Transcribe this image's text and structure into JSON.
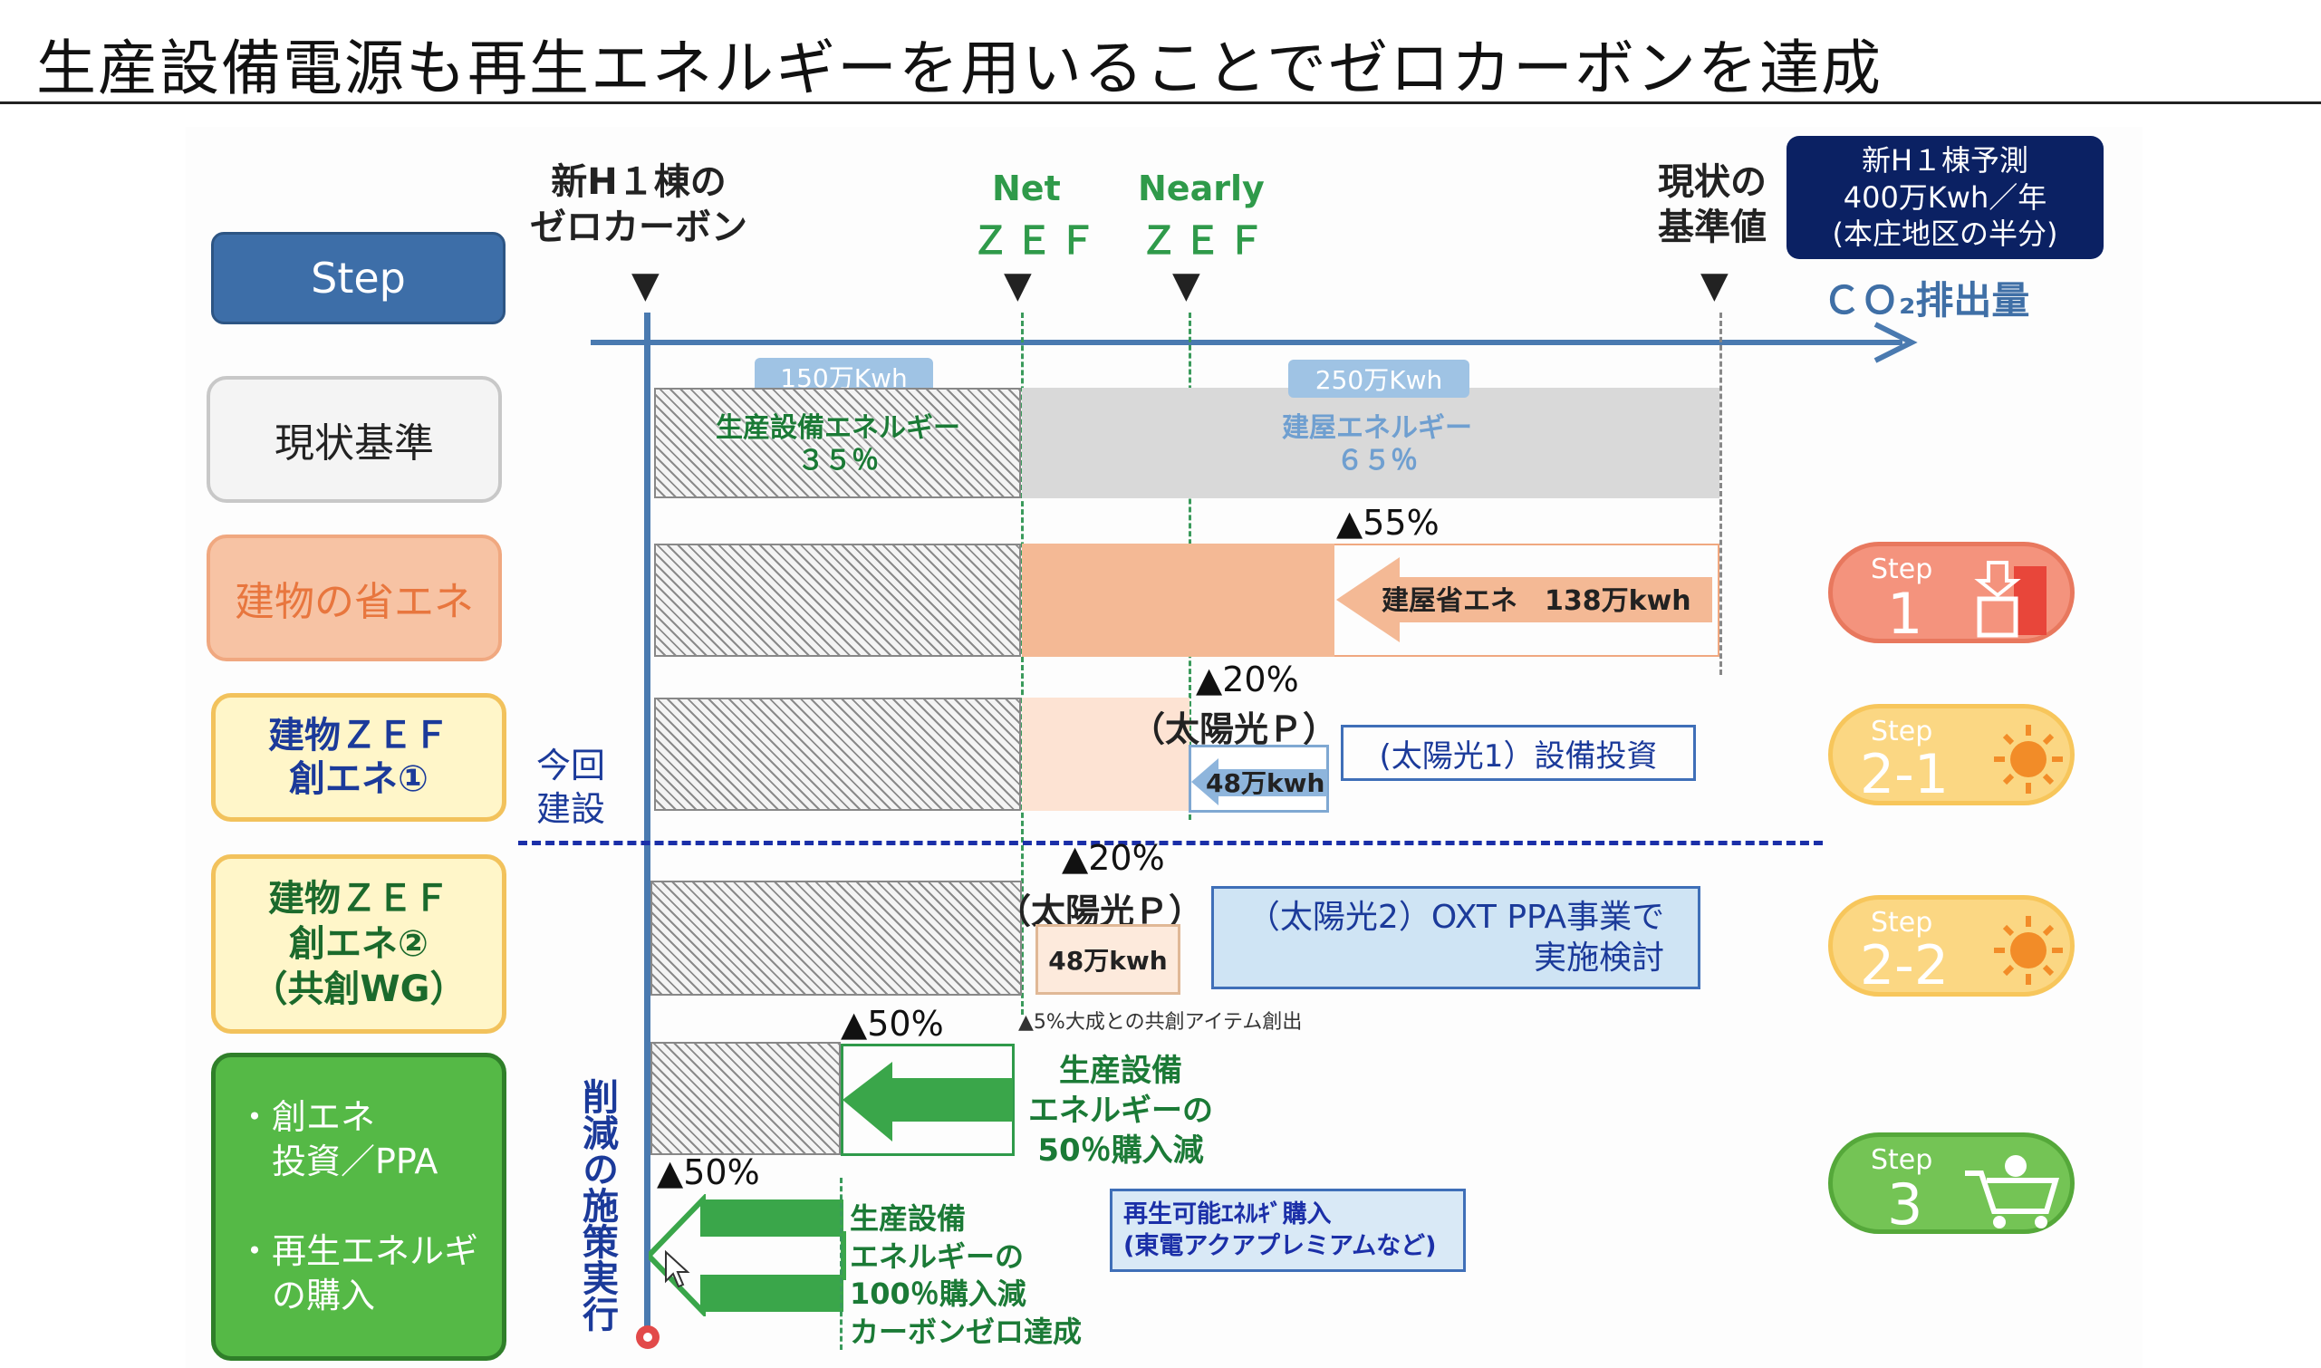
{
  "title": "生産設備電源も再生エネルギーを用いることでゼロカーボンを達成",
  "markers": {
    "zero_carbon": "新H１棟の\nゼロカーボン",
    "net_top": "Net",
    "net_bottom": "ＺＥＦ",
    "nearly_top": "Nearly",
    "nearly_bottom": "ＺＥＦ",
    "baseline": "現状の\n基準値",
    "forecast": "新H１棟予測\n400万Kwh／年\n(本庄地区の半分)",
    "axis_label": "ＣＯ₂排出量"
  },
  "steps": [
    {
      "label": "Step"
    },
    {
      "label": "現状基準"
    },
    {
      "label": "建物の省エネ"
    },
    {
      "label": "建物ＺＥＦ\n創エネ①"
    },
    {
      "label": "建物ＺＥＦ\n創エネ②\n（共創WG）"
    },
    {
      "label": "・創エネ\n　投資／PPA\n\n・再生エネルギ\n　の購入"
    }
  ],
  "row1": {
    "tag_left": "150万Kwh",
    "prod_label": "生産設備エネルギー\n３５％",
    "tag_right": "250万Kwh",
    "bldg_label": "建屋エネルギー\n６５％"
  },
  "row2": {
    "pct": "▲55%",
    "arrow_label": "建屋省エネ　138万kwh"
  },
  "row3": {
    "pct": "▲20%",
    "solar_title": "（太陽光Ｐ）",
    "solar_kwh": "48万kwh",
    "box": "(太陽光1）設備投資"
  },
  "now_build": "今回\n建設",
  "row4": {
    "pct": "▲20%",
    "solar_title": "（太陽光Ｐ）",
    "solar_kwh": "48万kwh",
    "box": "（太陽光2）OXT PPA事業で\n実施検討",
    "note": "▲5%大成との共創アイテム創出"
  },
  "row5": {
    "pct": "▲50%",
    "label": "生産設備\nエネルギーの\n50％購入減"
  },
  "row6": {
    "pct": "▲50%",
    "label": "生産設備\nエネルギーの\n100％購入減\nカーボンゼロ達成",
    "box": "再生可能ｴﾈﾙｷﾞ購入\n(東電アクアプレミアムなど)"
  },
  "vertical_label": "削減の施策実行",
  "badges": [
    {
      "step": "Step",
      "num": "1",
      "icon": "building-icon"
    },
    {
      "step": "Step",
      "num": "2-1",
      "icon": "sun-icon"
    },
    {
      "step": "Step",
      "num": "2-2",
      "icon": "sun-icon"
    },
    {
      "step": "Step",
      "num": "3",
      "icon": "cart-icon"
    }
  ],
  "colors": {
    "step_blue": "#3d6ea8",
    "salmon": "#f4b995",
    "yellow_fill": "#fff2b8",
    "yellow_border": "#f2c25c",
    "green": "#4bb13c",
    "axis": "#4a7ab0",
    "navy": "#0b2163",
    "accent_blue": "#cfe4f4"
  }
}
